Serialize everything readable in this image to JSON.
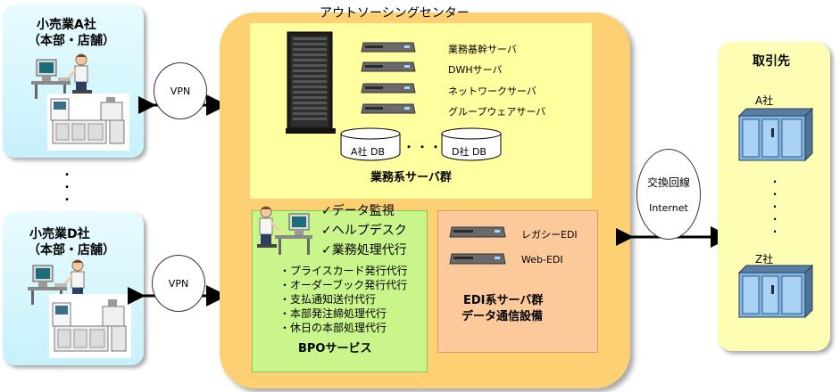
{
  "stores": [
    {
      "name_line1": "小売業A社",
      "name_line2": "（本部・店舗）"
    },
    {
      "name_line1": "小売業D社",
      "name_line2": "（本部・店舗）"
    }
  ],
  "store_dots": ".\n.\n.",
  "vpn_label": "VPN",
  "outsourcing_title": "アウトソーシングセンター",
  "business_servers": {
    "items": [
      "業務基幹サーバ",
      "DWHサーバ",
      "ネットワークサーバ",
      "グループウェアサーバ"
    ],
    "db_left": "A社 DB",
    "db_dots": "・・・",
    "db_right": "D社 DB",
    "caption": "業務系サーバ群"
  },
  "bpo": {
    "checks": [
      "✓データ監視",
      "✓ヘルプデスク",
      "✓業務処理代行"
    ],
    "items": [
      "・プライスカード発行代行",
      "・オーダーブック発行代行",
      "・支払通知送付代行",
      "・本部発注締処理代行",
      "・休日の本部処理代行"
    ],
    "caption": "BPOサービス"
  },
  "edi": {
    "items": [
      "レガシーEDI",
      "Web-EDI"
    ],
    "caption_line1": "EDI系サーバ群",
    "caption_line2": "データ通信設備"
  },
  "exchange": {
    "line1": "交換回線",
    "line2": "Internet"
  },
  "partner": {
    "title": "取引先",
    "company_top": "A社",
    "company_bottom": "Z社",
    "dots": ".\n.\n.\n.\n."
  }
}
